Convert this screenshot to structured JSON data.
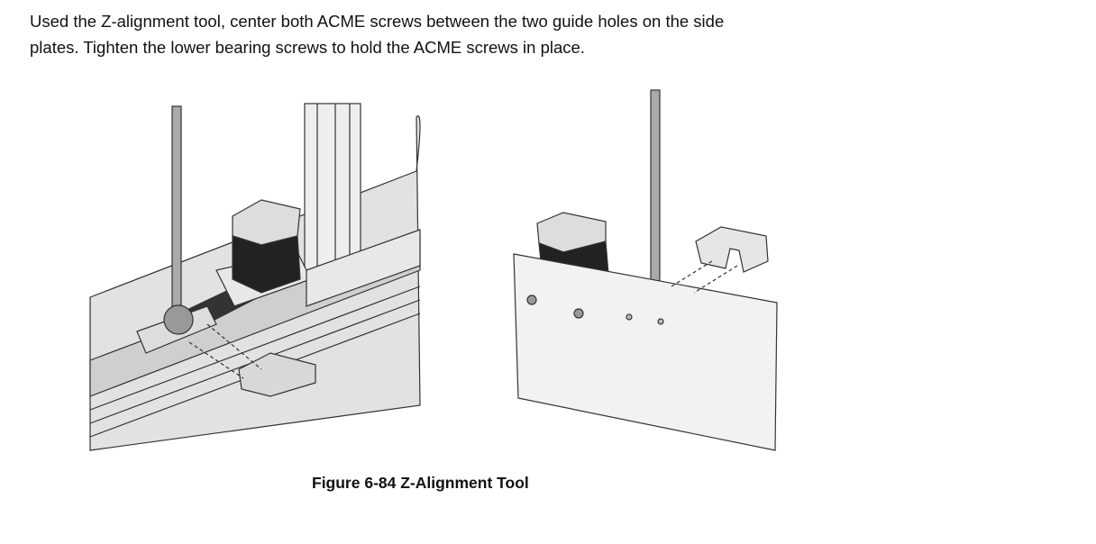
{
  "instructions": {
    "line1": "Used the Z-alignment tool, center both ACME screws between the two guide holes on the side",
    "line2": "plates.  Tighten the lower bearing screws to hold the ACME screws in place."
  },
  "figure": {
    "caption": "Figure 6-84 Z-Alignment Tool",
    "colors": {
      "panel": "#e4e4e4",
      "motor": "#222222",
      "outline": "#333333"
    }
  }
}
